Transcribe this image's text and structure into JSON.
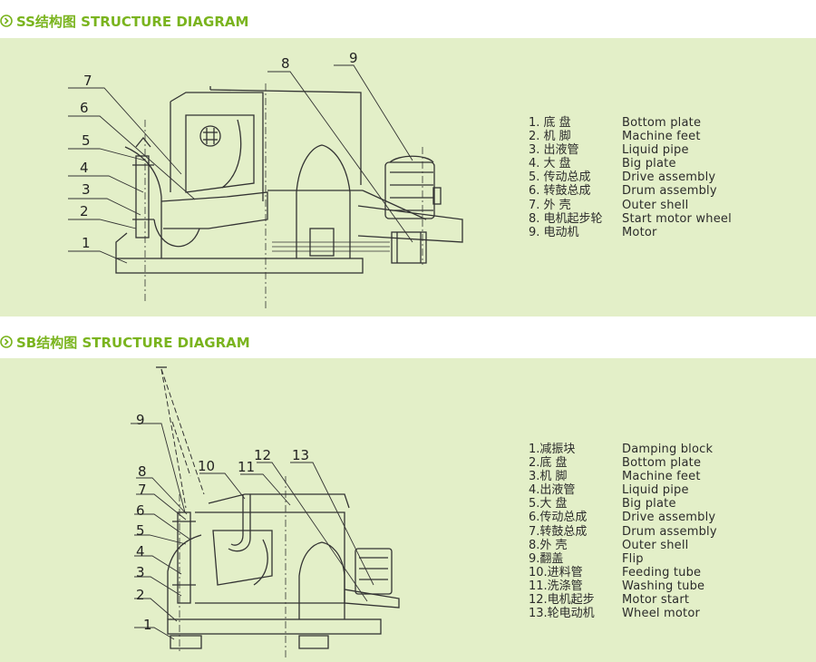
{
  "sections": [
    {
      "title": "SS结构图 STRUCTURE DIAGRAM",
      "callouts": [
        "1",
        "2",
        "3",
        "4",
        "5",
        "6",
        "7",
        "8",
        "9"
      ],
      "legend": [
        {
          "cn": "1. 底 盘",
          "en": "Bottom plate"
        },
        {
          "cn": "2. 机 脚",
          "en": "Machine feet"
        },
        {
          "cn": "3. 出液管",
          "en": "Liquid pipe"
        },
        {
          "cn": "4. 大 盘",
          "en": "Big plate"
        },
        {
          "cn": "5. 传动总成",
          "en": "Drive assembly"
        },
        {
          "cn": "6. 转鼓总成",
          "en": "Drum assembly"
        },
        {
          "cn": "7. 外 壳",
          "en": "Outer shell"
        },
        {
          "cn": "8. 电机起步轮",
          "en": "Start motor wheel"
        },
        {
          "cn": "9. 电动机",
          "en": "Motor"
        }
      ]
    },
    {
      "title": "SB结构图 STRUCTURE DIAGRAM",
      "callouts": [
        "1",
        "2",
        "3",
        "4",
        "5",
        "6",
        "7",
        "8",
        "9",
        "10",
        "11",
        "12",
        "13"
      ],
      "legend": [
        {
          "cn": "1.减振块",
          "en": "Damping block"
        },
        {
          "cn": "2.底 盘",
          "en": "Bottom plate"
        },
        {
          "cn": "3.机 脚",
          "en": "Machine feet"
        },
        {
          "cn": "4.出液管",
          "en": "Liquid pipe"
        },
        {
          "cn": "5.大 盘",
          "en": "Big plate"
        },
        {
          "cn": "6.传动总成",
          "en": "Drive assembly"
        },
        {
          "cn": "7.转鼓总成",
          "en": "Drum assembly"
        },
        {
          "cn": "8.外 壳",
          "en": "Outer shell"
        },
        {
          "cn": "9.翻盖",
          "en": "Flip"
        },
        {
          "cn": "10.进料管",
          "en": "Feeding tube"
        },
        {
          "cn": "11.洗涤管",
          "en": "Washing tube"
        },
        {
          "cn": "12.电机起步",
          "en": "Motor start"
        },
        {
          "cn": "13.轮电动机",
          "en": "Wheel motor"
        }
      ]
    }
  ],
  "colors": {
    "accent": "#7ab41e",
    "panel": "#e3efc8",
    "line": "#333333"
  }
}
